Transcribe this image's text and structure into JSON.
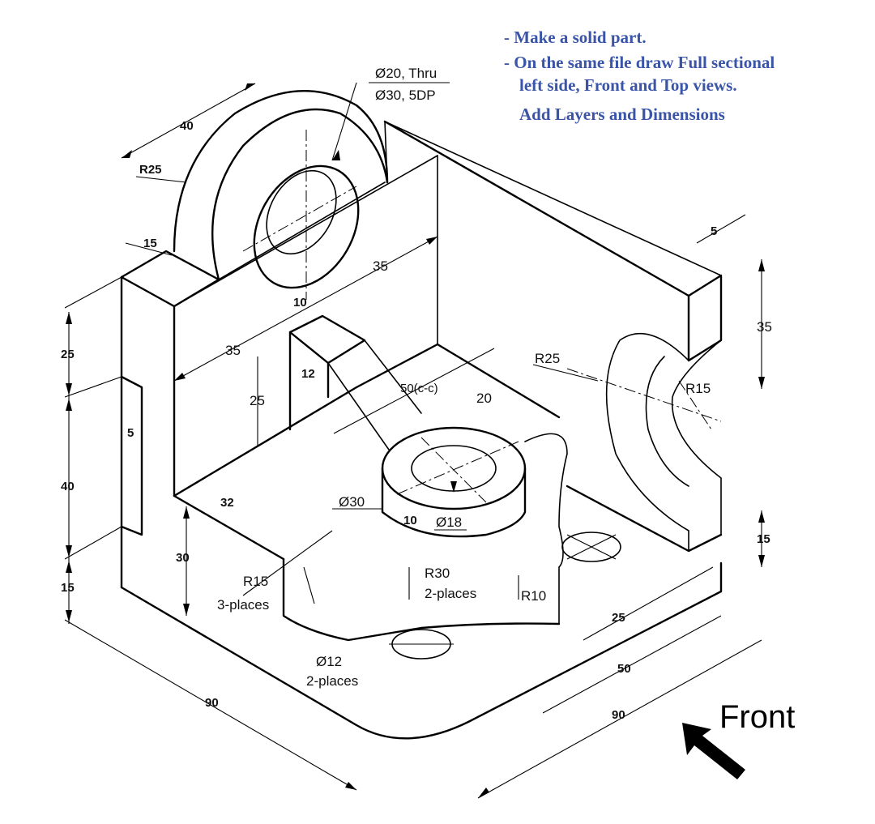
{
  "instructions": [
    "- Make a solid part.",
    "- On the same file draw Full sectional",
    "left side, Front and Top views.",
    "Add  Layers and Dimensions"
  ],
  "dimensions": {
    "bore": [
      "Ø20, Thru",
      "Ø30, 5DP"
    ],
    "d40_top": "40",
    "r25_boss": "R25",
    "d15_top": "15",
    "d35_upper": "35",
    "d10": "10",
    "d35_left": "35",
    "d12": "12",
    "d25_rib": "25",
    "cc50": "50(c-c)",
    "d20": "20",
    "r25_right": "R25",
    "d5_right": "5",
    "d35_right": "35",
    "r15_right": "R15",
    "h25": "25",
    "d5_left": "5",
    "h40": "40",
    "h15_left": "15",
    "d32": "32",
    "d30_hub": "Ø30",
    "d10_hub": "10",
    "d18_hub": "Ø18",
    "h30": "30",
    "r15_3": [
      "R15",
      "3-places"
    ],
    "r30_2": [
      "R30",
      "2-places"
    ],
    "r10": "R10",
    "d12_2": [
      "Ø12",
      "2-places"
    ],
    "d25_bottom": "25",
    "d50_bottom": "50",
    "d90_right": "90",
    "d90_left": "90",
    "h15_right": "15"
  },
  "front_label": "Front"
}
